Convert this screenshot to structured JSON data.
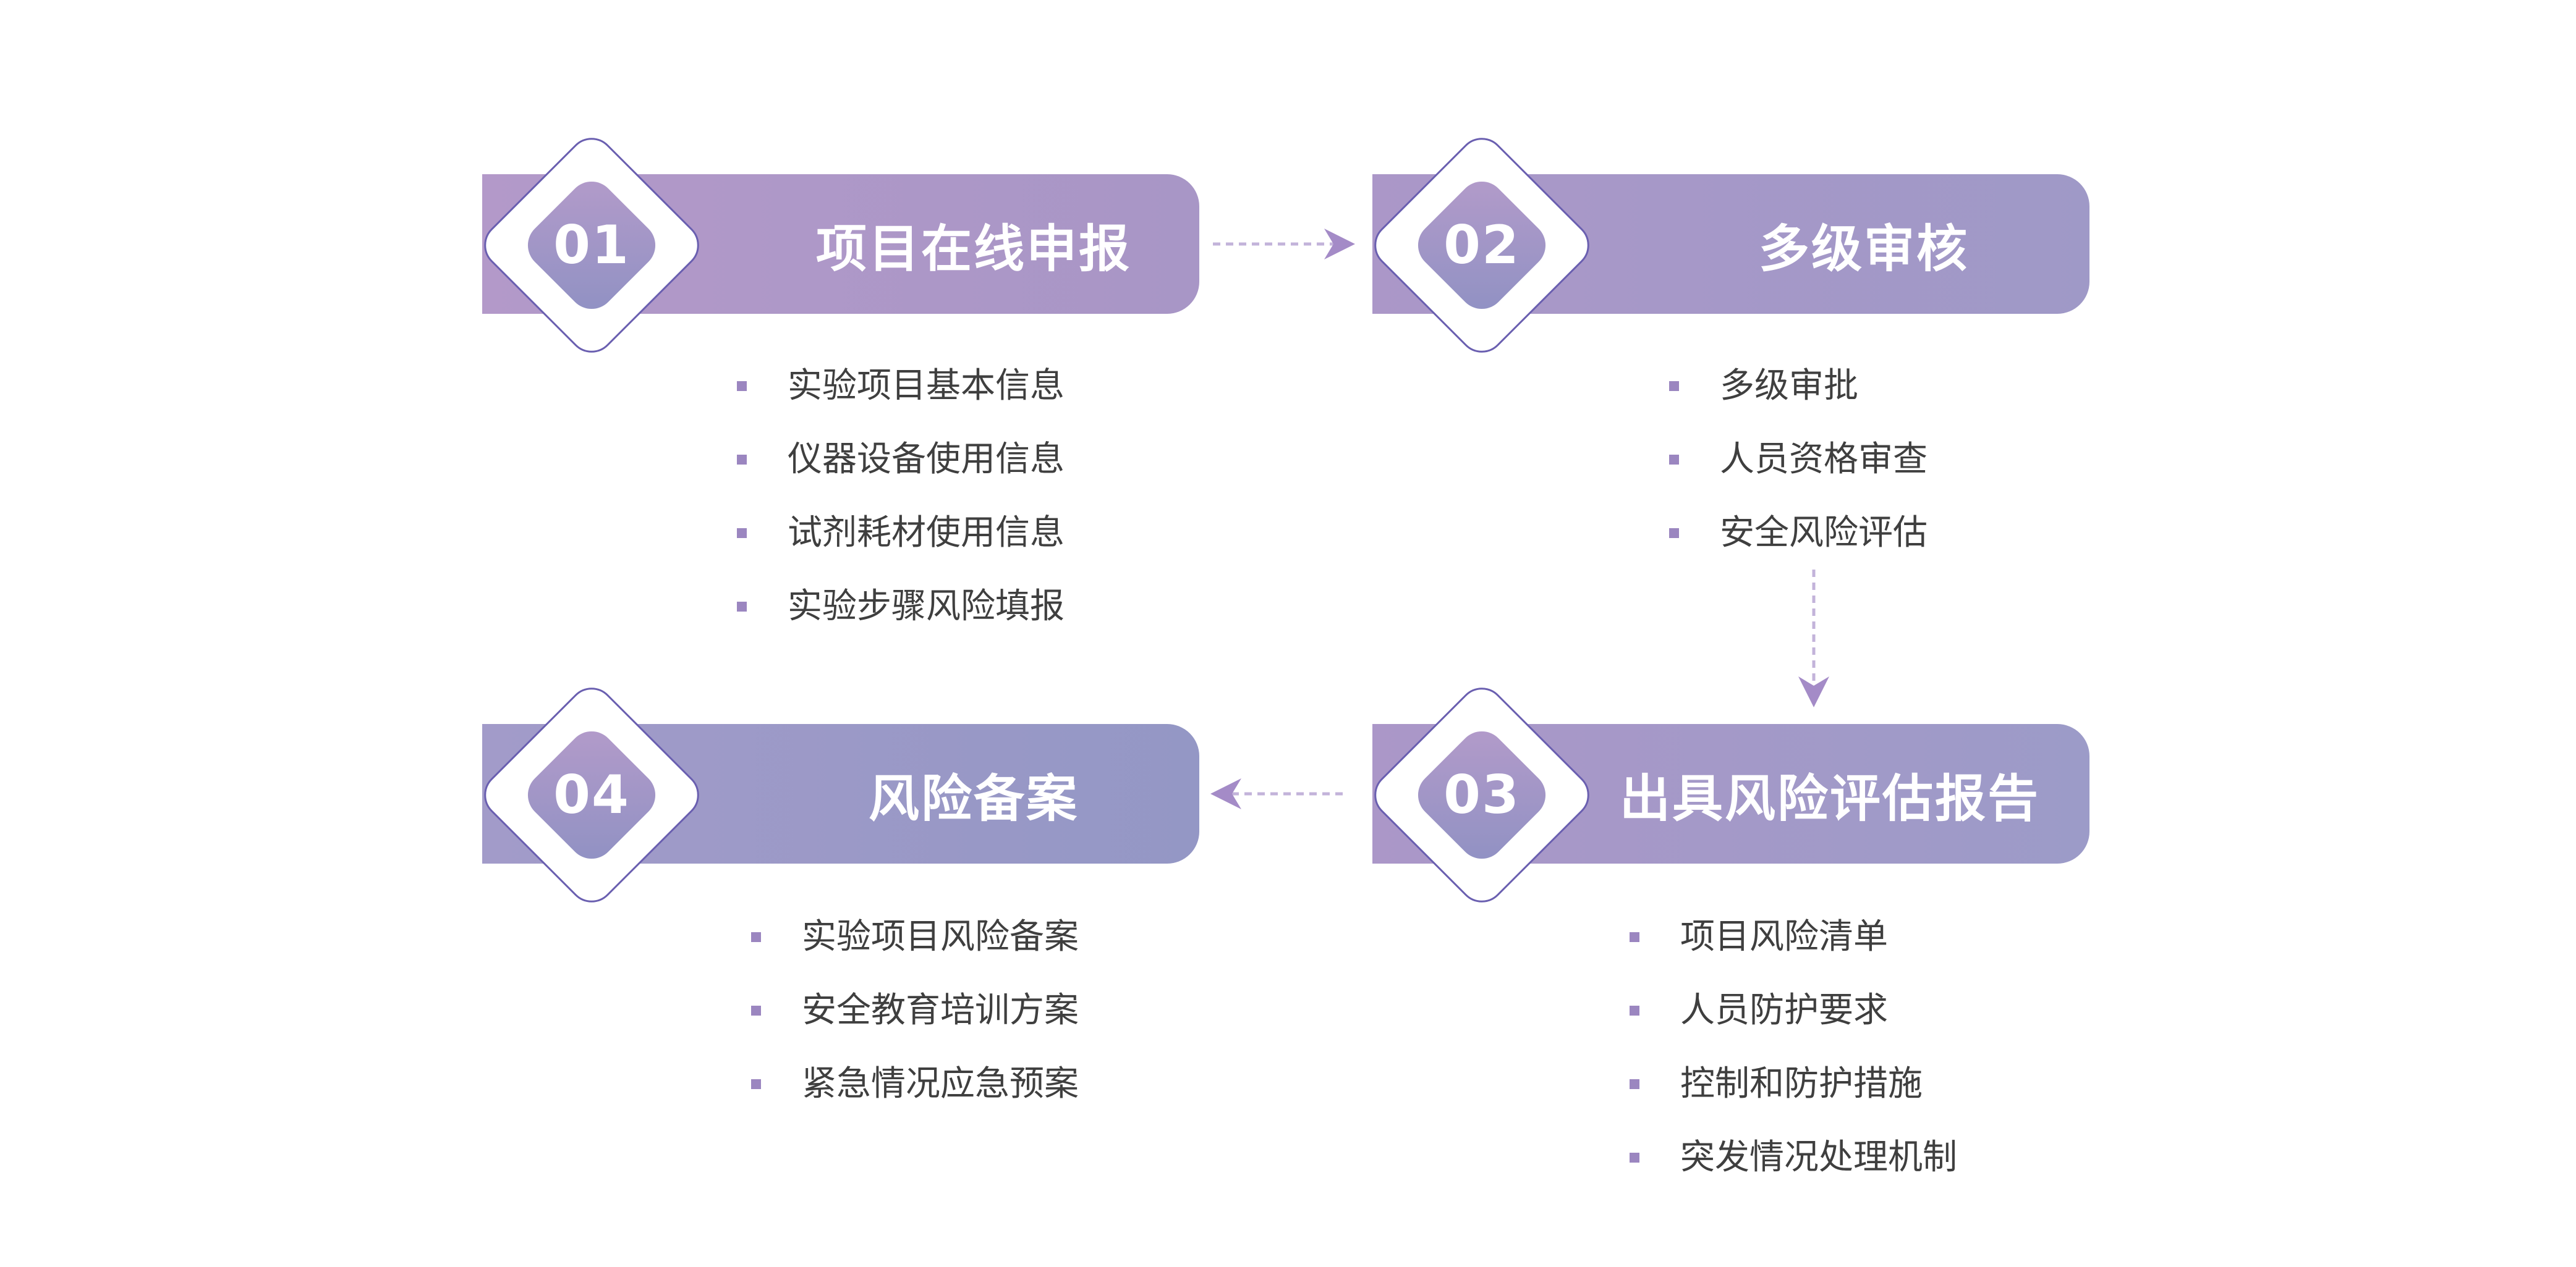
{
  "colors": {
    "arrow": "#a48bc7",
    "diamond_border": "#6a5fb0",
    "bullet": "#9b86c0",
    "text": "#3f3f3f"
  },
  "steps": [
    {
      "number": "01",
      "title": "项目在线申报",
      "banner_colors": [
        "#b399c9",
        "#a896c6"
      ],
      "items": [
        "实验项目基本信息",
        "仪器设备使用信息",
        "试剂耗材使用信息",
        "实验步骤风险填报"
      ]
    },
    {
      "number": "02",
      "title": "多级审核",
      "banner_colors": [
        "#ab97c8",
        "#9f99c7"
      ],
      "items": [
        "多级审批",
        "人员资格审查",
        "安全风险评估"
      ]
    },
    {
      "number": "03",
      "title": "出具风险评估报告",
      "banner_colors": [
        "#ab97c8",
        "#9c9bc8"
      ],
      "items": [
        "项目风险清单",
        "人员防护要求",
        "控制和防护措施",
        "突发情况处理机制"
      ]
    },
    {
      "number": "04",
      "title": "风险备案",
      "banner_colors": [
        "#a29bc9",
        "#9497c5"
      ],
      "items": [
        "实验项目风险备案",
        "安全教育培训方案",
        "紧急情况应急预案"
      ]
    }
  ],
  "arrows": [
    {
      "from": "01",
      "to": "02"
    },
    {
      "from": "02",
      "to": "03"
    },
    {
      "from": "03",
      "to": "04"
    }
  ]
}
